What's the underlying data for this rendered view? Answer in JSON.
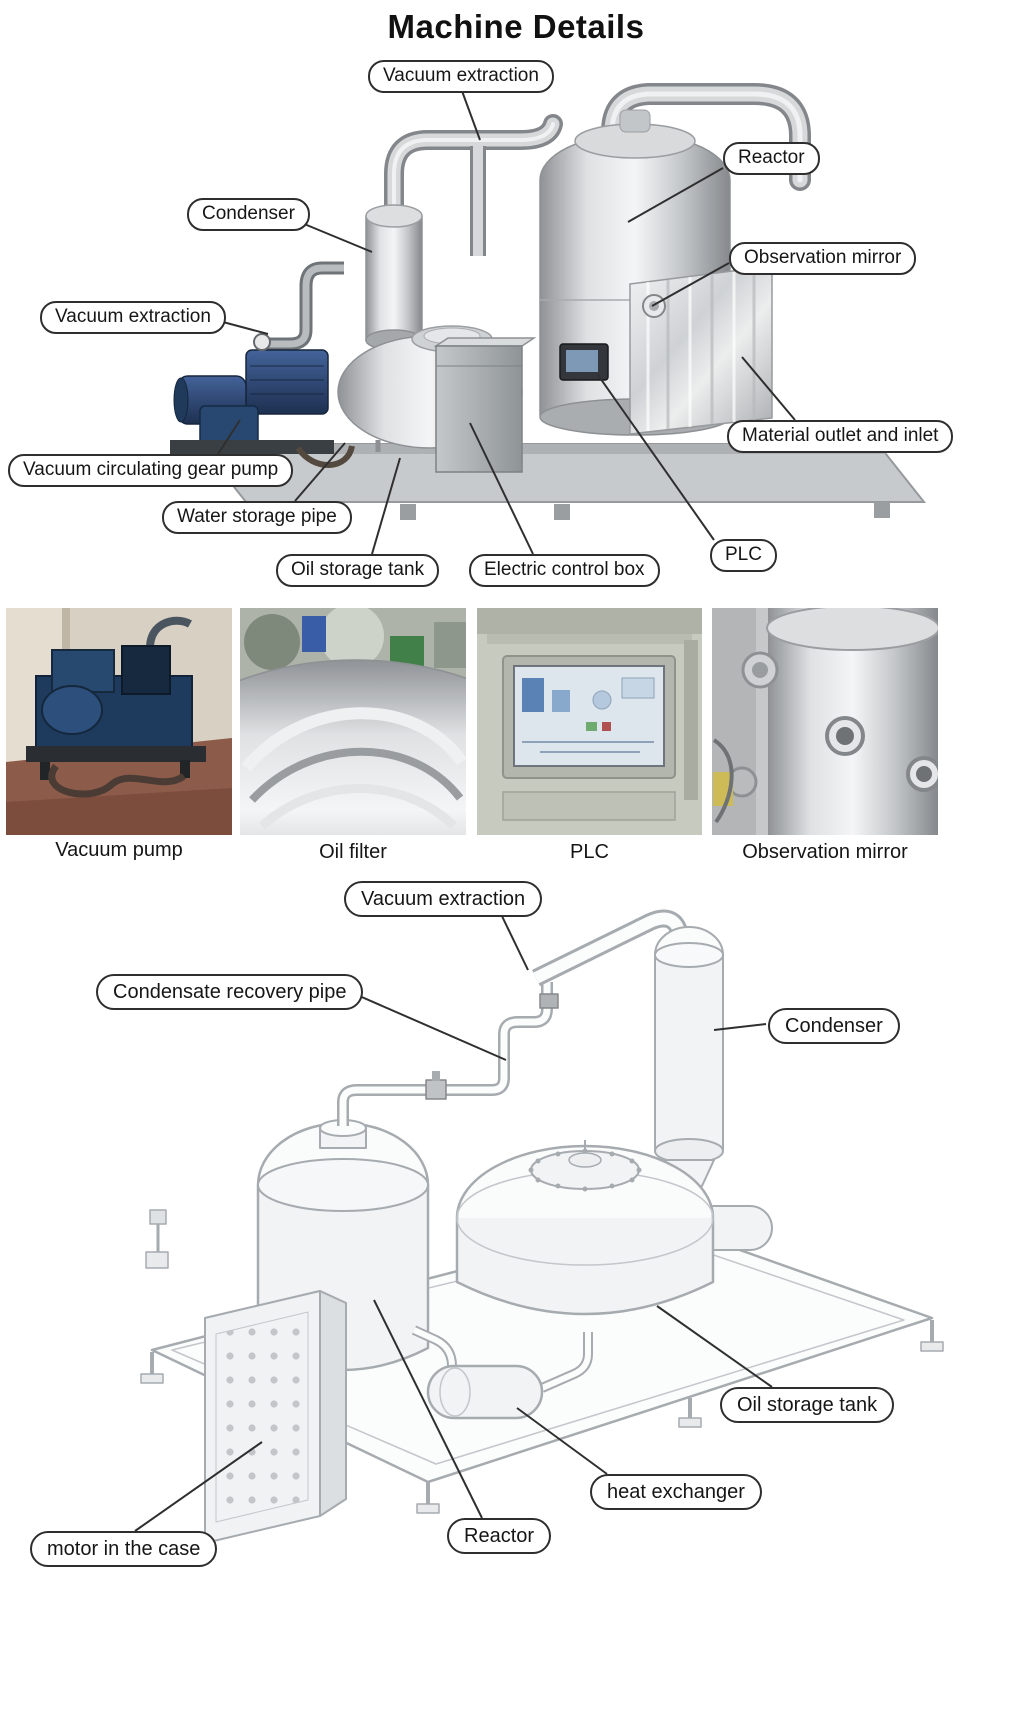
{
  "page": {
    "title": "Machine Details"
  },
  "colors": {
    "callout_border": "#2e2e2e",
    "callout_text": "#161616",
    "leader_line": "#2f2f2f",
    "steel_light": "#f4f5f6",
    "steel_dark": "#85888c",
    "pump_blue": "#2e4d7b",
    "cad_line": "#a6abb0"
  },
  "top_diagram": {
    "labels": [
      {
        "id": "vacuum-extraction-top",
        "text": "Vacuum extraction"
      },
      {
        "id": "reactor",
        "text": "Reactor"
      },
      {
        "id": "condenser",
        "text": "Condenser"
      },
      {
        "id": "observation-mirror",
        "text": "Observation mirror"
      },
      {
        "id": "vacuum-extraction-left",
        "text": "Vacuum extraction"
      },
      {
        "id": "vacuum-circulating-gear-pump",
        "text": "Vacuum circulating gear pump"
      },
      {
        "id": "water-storage-pipe",
        "text": "Water storage pipe"
      },
      {
        "id": "oil-storage-tank",
        "text": "Oil storage tank"
      },
      {
        "id": "electric-control-box",
        "text": "Electric control box"
      },
      {
        "id": "plc",
        "text": "PLC"
      },
      {
        "id": "material-outlet-and-inlet",
        "text": "Material outlet and inlet"
      }
    ]
  },
  "photo_gallery": {
    "items": [
      {
        "id": "vacuum-pump",
        "caption": "Vacuum pump"
      },
      {
        "id": "oil-filter",
        "caption": "Oil filter"
      },
      {
        "id": "plc",
        "caption": "PLC"
      },
      {
        "id": "observation-mirror",
        "caption": "Observation mirror"
      }
    ]
  },
  "bottom_diagram": {
    "labels": [
      {
        "id": "vacuum-extraction",
        "text": "Vacuum extraction"
      },
      {
        "id": "condensate-recovery-pipe",
        "text": "Condensate recovery pipe"
      },
      {
        "id": "condenser",
        "text": "Condenser"
      },
      {
        "id": "oil-storage-tank",
        "text": "Oil storage tank"
      },
      {
        "id": "heat-exchanger",
        "text": "heat exchanger"
      },
      {
        "id": "reactor",
        "text": "Reactor"
      },
      {
        "id": "motor-in-the-case",
        "text": "motor in the case"
      }
    ]
  }
}
